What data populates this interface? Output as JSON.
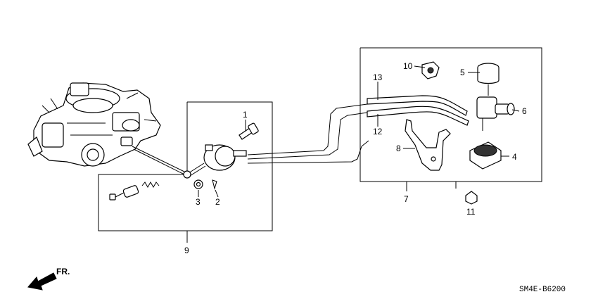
{
  "callouts": [
    "1",
    "2",
    "3",
    "4",
    "5",
    "6",
    "7",
    "8",
    "9",
    "10",
    "11",
    "12",
    "13"
  ],
  "direction_label": "FR.",
  "diagram_code": "SM4E-B6200"
}
